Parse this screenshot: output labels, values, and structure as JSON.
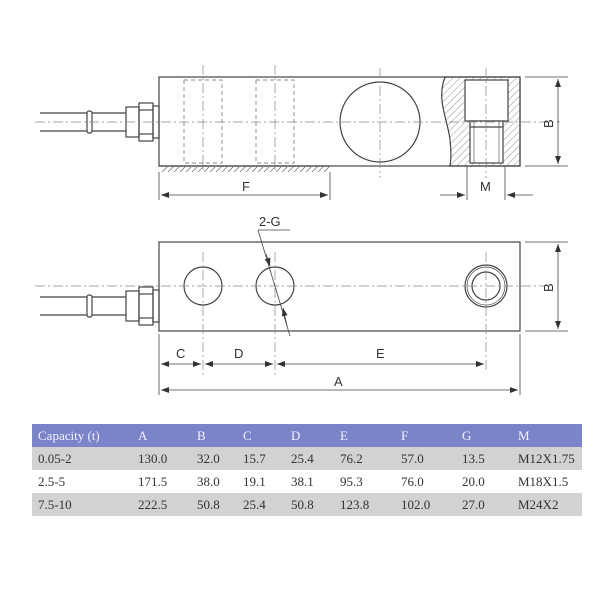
{
  "drawing": {
    "side_view": {
      "dim_labels": {
        "F": "F",
        "M": "M",
        "B": "B"
      }
    },
    "top_view": {
      "dim_labels": {
        "G": "2-G",
        "C": "C",
        "D": "D",
        "E": "E",
        "A": "A",
        "B": "B"
      }
    }
  },
  "table": {
    "headers": [
      "Capacity (t)",
      "A",
      "B",
      "C",
      "D",
      "E",
      "F",
      "G",
      "M"
    ],
    "rows": [
      [
        "0.05-2",
        "130.0",
        "32.0",
        "15.7",
        "25.4",
        "76.2",
        "57.0",
        "13.5",
        "M12X1.75"
      ],
      [
        "2.5-5",
        "171.5",
        "38.0",
        "19.1",
        "38.1",
        "95.3",
        "76.0",
        "20.0",
        "M18X1.5"
      ],
      [
        "7.5-10",
        "222.5",
        "50.8",
        "25.4",
        "50.8",
        "123.8",
        "102.0",
        "27.0",
        "M24X2"
      ]
    ]
  },
  "colors": {
    "header_bg": "#7b83c9",
    "row_shade": "#d2d2d2",
    "line": "#444444"
  }
}
